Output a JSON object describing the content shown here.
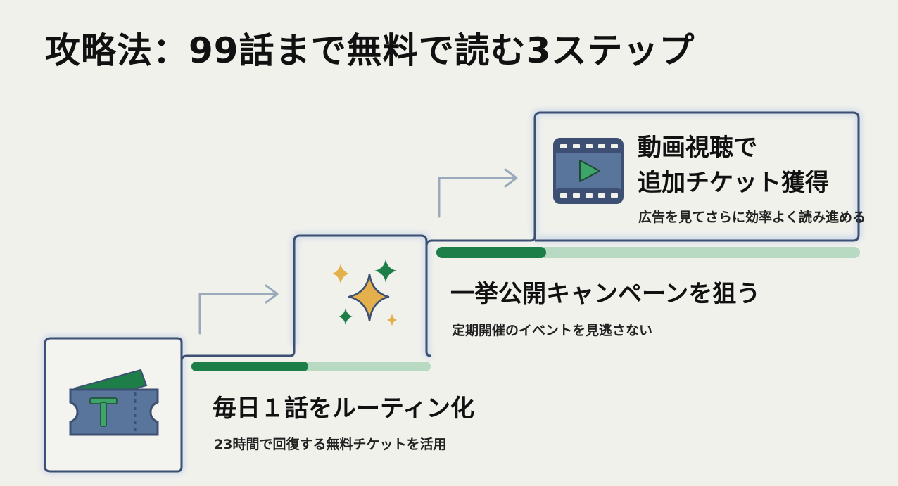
{
  "title": "攻略法：99話まで無料で読む3ステップ",
  "steps": [
    {
      "title": "毎日１話をルーティン化",
      "description": "23時間で回復する無料チケットを活用",
      "icon": "ticket-icon"
    },
    {
      "title": "一挙公開キャンペーンを狙う",
      "description": "定期開催のイベントを見逃さない",
      "icon": "sparkles-icon"
    },
    {
      "title_line1": "動画視聴で",
      "title_line2": "追加チケット獲得",
      "description": "広告を見てさらに効率よく読み進める",
      "icon": "video-play-icon"
    }
  ],
  "colors": {
    "background": "#f1f1ec",
    "box_border": "#3d4f72",
    "accent_green": "#1e7e48",
    "light_green": "#b8d9c2",
    "arrow": "#9aaabb",
    "icon_blue": "#5a759b",
    "star_gold": "#e3b04b"
  }
}
